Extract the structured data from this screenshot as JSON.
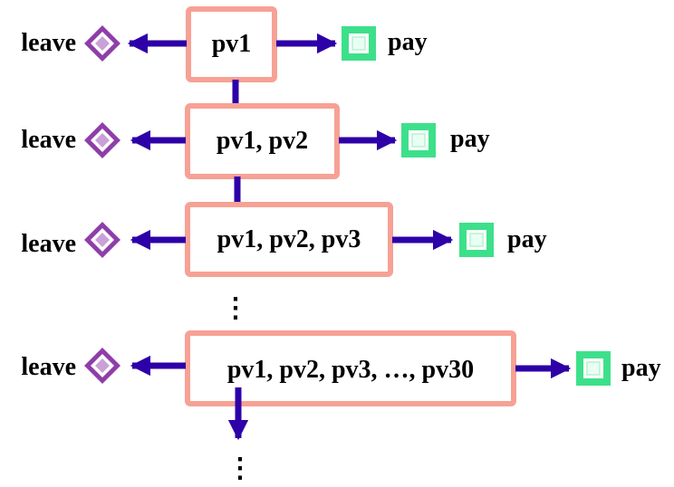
{
  "nodes": [
    {
      "label": "pv1",
      "leave_label": "leave",
      "pay_label": "pay"
    },
    {
      "label": "pv1, pv2",
      "leave_label": "leave",
      "pay_label": "pay"
    },
    {
      "label": "pv1, pv2, pv3",
      "leave_label": "leave",
      "pay_label": "pay"
    },
    {
      "label": "pv1, pv2, pv3, …, pv30",
      "leave_label": "leave",
      "pay_label": "pay"
    }
  ],
  "ellipsis_mid": "⋮",
  "ellipsis_end": "⋮",
  "colors": {
    "box_border": "#f7a195",
    "arrow": "#2d00a8",
    "leave_diamond": "#8e3ea9",
    "pay_square": "#3de08a",
    "text": "#000000"
  }
}
